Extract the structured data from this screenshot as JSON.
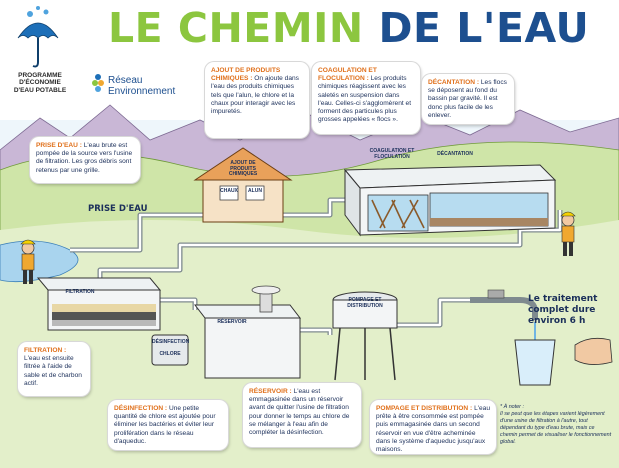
{
  "title": {
    "part1": "LE CHEMIN",
    "part2": "DE L'EAU"
  },
  "program": {
    "line1": "PROGRAMME",
    "line2": "D'ÉCONOMIE",
    "line3": "D'EAU POTABLE"
  },
  "partner": {
    "line1": "Réseau",
    "line2": "Environnement"
  },
  "bubbles": {
    "ajout": {
      "heading": "AJOUT DE PRODUITS CHIMIQUES :",
      "text": "On ajoute dans l'eau des produits chimiques tels que l'alun, le chlore et la chaux pour interagir avec les impuretés."
    },
    "coagulation": {
      "heading": "COAGULATION ET FLOCULATION :",
      "text": "Les produits chimiques réagissent avec les saletés en suspension dans l'eau. Celles-ci s'agglomèrent et forment des particules plus grosses appelées « flocs »."
    },
    "decantation": {
      "heading": "DÉCANTATION :",
      "text": "Les flocs se déposent au fond du bassin par gravité. Il est donc plus facile de les enlever."
    },
    "prise": {
      "heading": "PRISE D'EAU :",
      "text": "L'eau brute est pompée de la source vers l'usine de filtration. Les gros débris sont retenus par une grille."
    },
    "filtration": {
      "heading": "FILTRATION :",
      "text": "L'eau est ensuite filtrée à l'aide de sable et de charbon actif."
    },
    "desinfection": {
      "heading": "DÉSINFECTION :",
      "text": "Une petite quantité de chlore est ajoutée pour éliminer les bactéries et éviter leur prolifération dans le réseau d'aqueduc."
    },
    "reservoir": {
      "heading": "RÉSERVOIR :",
      "text": "L'eau est emmagasinée dans un réservoir avant de quitter l'usine de filtration pour donner le temps au chlore de se mélanger à l'eau afin de compléter la désinfection."
    },
    "pompage": {
      "heading": "POMPAGE ET DISTRIBUTION :",
      "text": "L'eau prête à être consommée est pompée puis emmagasinée dans un second réservoir en vue d'être acheminée dans le système d'aqueduc jusqu'aux maisons."
    }
  },
  "labels": {
    "ajout_hut": "AJOUT DE PRODUITS CHIMIQUES",
    "chaux": "CHAUX",
    "alun": "ALUN",
    "coag_tank": "COAGULATION ET FLOCULATION",
    "decant_tank": "DÉCANTATION",
    "prise_sign": "PRISE D'EAU",
    "filtration_tank": "FILTRATION",
    "reservoir_tank": "RÉSERVOIR",
    "desinfection_tank": "DÉSINFECTION",
    "chlore_tank": "CHLORE",
    "pompage_sign": "POMPAGE ET DISTRIBUTION"
  },
  "treatment": {
    "line1": "Le traitement",
    "line2": "complet dure",
    "line3": "environ 6 h"
  },
  "note": {
    "heading": "* À noter :",
    "text": "Il se peut que les étapes varient légèrement d'une usine de filtration à l'autre, tout dépendant du type d'eau brute, mais ce chemin permet de visualiser le fonctionnement global."
  },
  "colors": {
    "green": "#8cc63f",
    "navy": "#1d4f8f",
    "orange": "#e0701b",
    "water": "#c9e3f3",
    "sky": "#dff0fa"
  }
}
